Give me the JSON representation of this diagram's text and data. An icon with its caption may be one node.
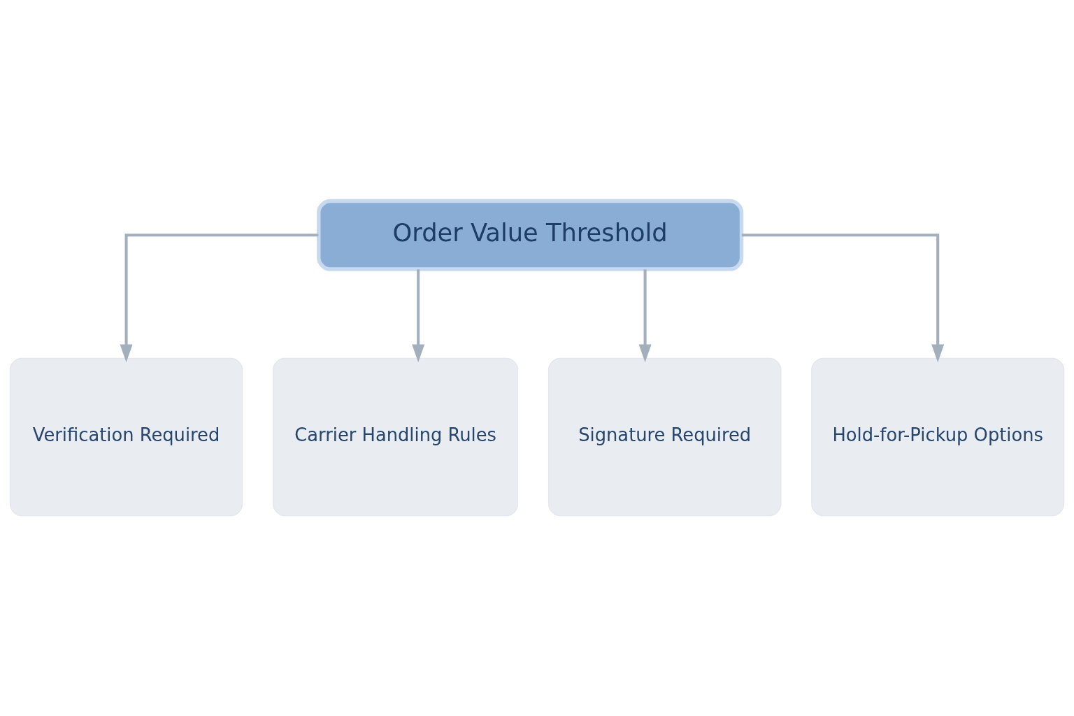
{
  "diagram": {
    "nodes": [
      {
        "text": [
          "Order Value Threshold"
        ]
      },
      {
        "text": [
          "Verification Required"
        ]
      },
      {
        "text": [
          "Carrier Handling Rules"
        ]
      },
      {
        "text": [
          "Signature Required"
        ]
      },
      {
        "text": [
          "Hold-for-Pickup Options"
        ]
      }
    ],
    "edges": [
      {
        "from": 0,
        "to": 1,
        "arrow": "to"
      },
      {
        "from": 0,
        "to": 2,
        "arrow": "to"
      },
      {
        "from": 0,
        "to": 3,
        "arrow": "to"
      },
      {
        "from": 0,
        "to": 4,
        "arrow": "to"
      }
    ]
  }
}
